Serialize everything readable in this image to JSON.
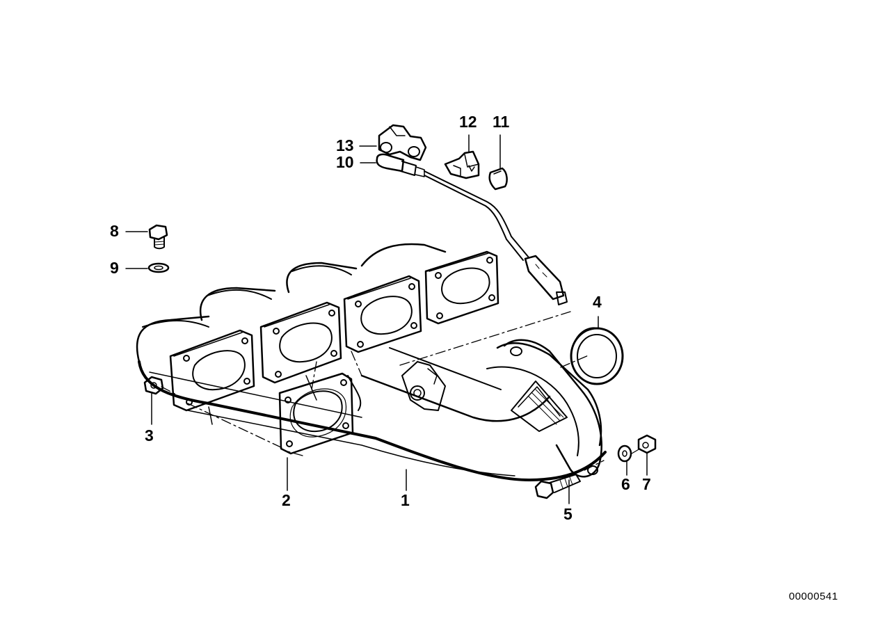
{
  "callouts": {
    "c1": "1",
    "c2": "2",
    "c3": "3",
    "c4": "4",
    "c5": "5",
    "c6": "6",
    "c7": "7",
    "c8": "8",
    "c9": "9",
    "c10": "10",
    "c11": "11",
    "c12": "12",
    "c13": "13"
  },
  "reference_number": "00000541",
  "parts": {
    "p1": "exhaust-manifold",
    "p2": "gasket",
    "p3": "nut",
    "p4": "sealing-ring",
    "p5": "bolt",
    "p6": "washer",
    "p7": "nut",
    "p8": "screw-plug",
    "p9": "gasket-ring",
    "p10": "oxygen-sensor",
    "p11": "clip",
    "p12": "holder",
    "p13": "clamp"
  }
}
